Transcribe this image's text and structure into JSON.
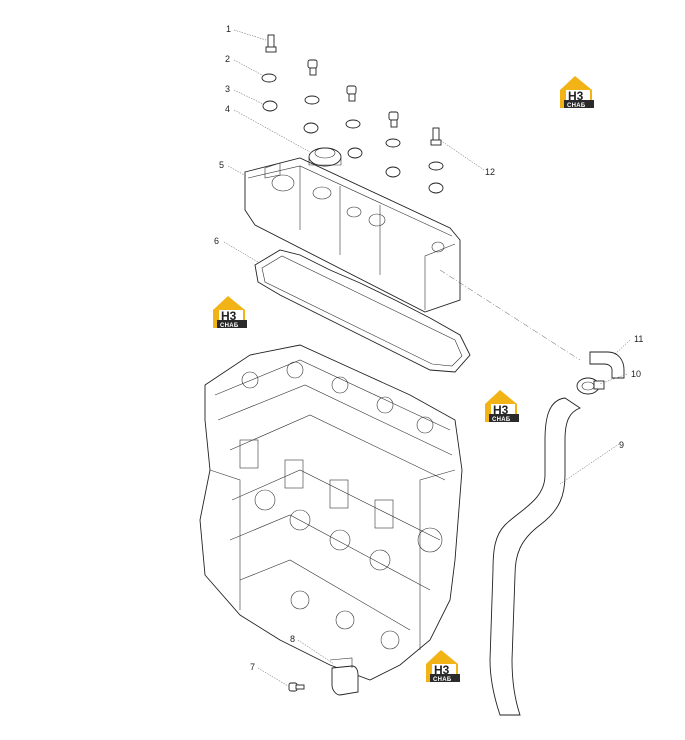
{
  "callouts": [
    "1",
    "2",
    "3",
    "4",
    "5",
    "6",
    "7",
    "8",
    "9",
    "10",
    "11",
    "12"
  ],
  "logo": {
    "mark": "H3",
    "caption": "СНАБ",
    "colors": {
      "accent": "#f2b317",
      "dark": "#2a2a2a"
    }
  }
}
